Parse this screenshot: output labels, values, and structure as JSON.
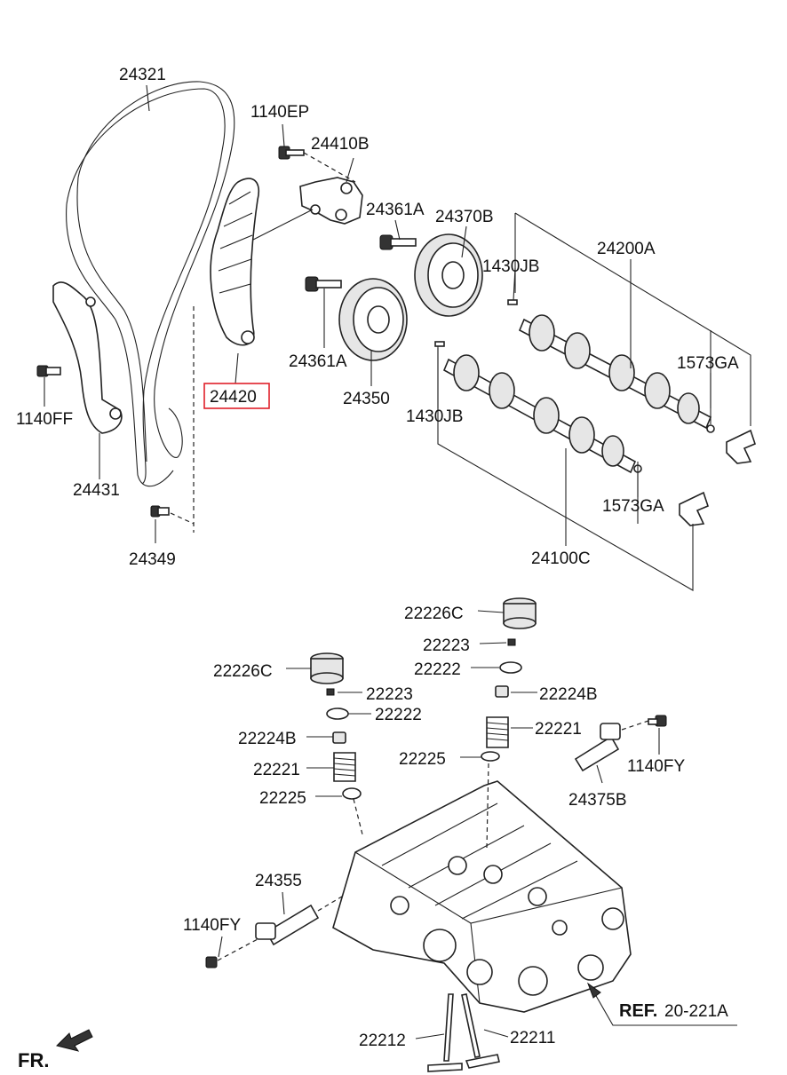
{
  "labels": {
    "p24321": "24321",
    "p1140EP": "1140EP",
    "p24410B": "24410B",
    "p24361A_top": "24361A",
    "p24370B": "24370B",
    "p1430JB_top": "1430JB",
    "p24200A": "24200A",
    "p24361A_bot": "24361A",
    "p24350": "24350",
    "p1430JB_bot": "1430JB",
    "p1573GA_top": "1573GA",
    "p1573GA_bot": "1573GA",
    "p24100C": "24100C",
    "p24420": "24420",
    "p1140FF": "1140FF",
    "p24431": "24431",
    "p24349": "24349",
    "p22226C_r": "22226C",
    "p22223_r": "22223",
    "p22222_r": "22222",
    "p22224B_r": "22224B",
    "p22221_r": "22221",
    "p22225_r": "22225",
    "p22226C_l": "22226C",
    "p22223_l": "22223",
    "p22222_l": "22222",
    "p22224B_l": "22224B",
    "p22221_l": "22221",
    "p22225_l": "22225",
    "p1140FY_r": "1140FY",
    "p24375B": "24375B",
    "p24355": "24355",
    "p1140FY_l": "1140FY",
    "ref_prefix": "REF.",
    "ref_value": "20-221A",
    "p22212": "22212",
    "p22211": "22211",
    "fr": "FR."
  },
  "highlight": {
    "part": "24420",
    "color": "#e0202a"
  },
  "colors": {
    "line": "#222222",
    "text": "#111111"
  }
}
